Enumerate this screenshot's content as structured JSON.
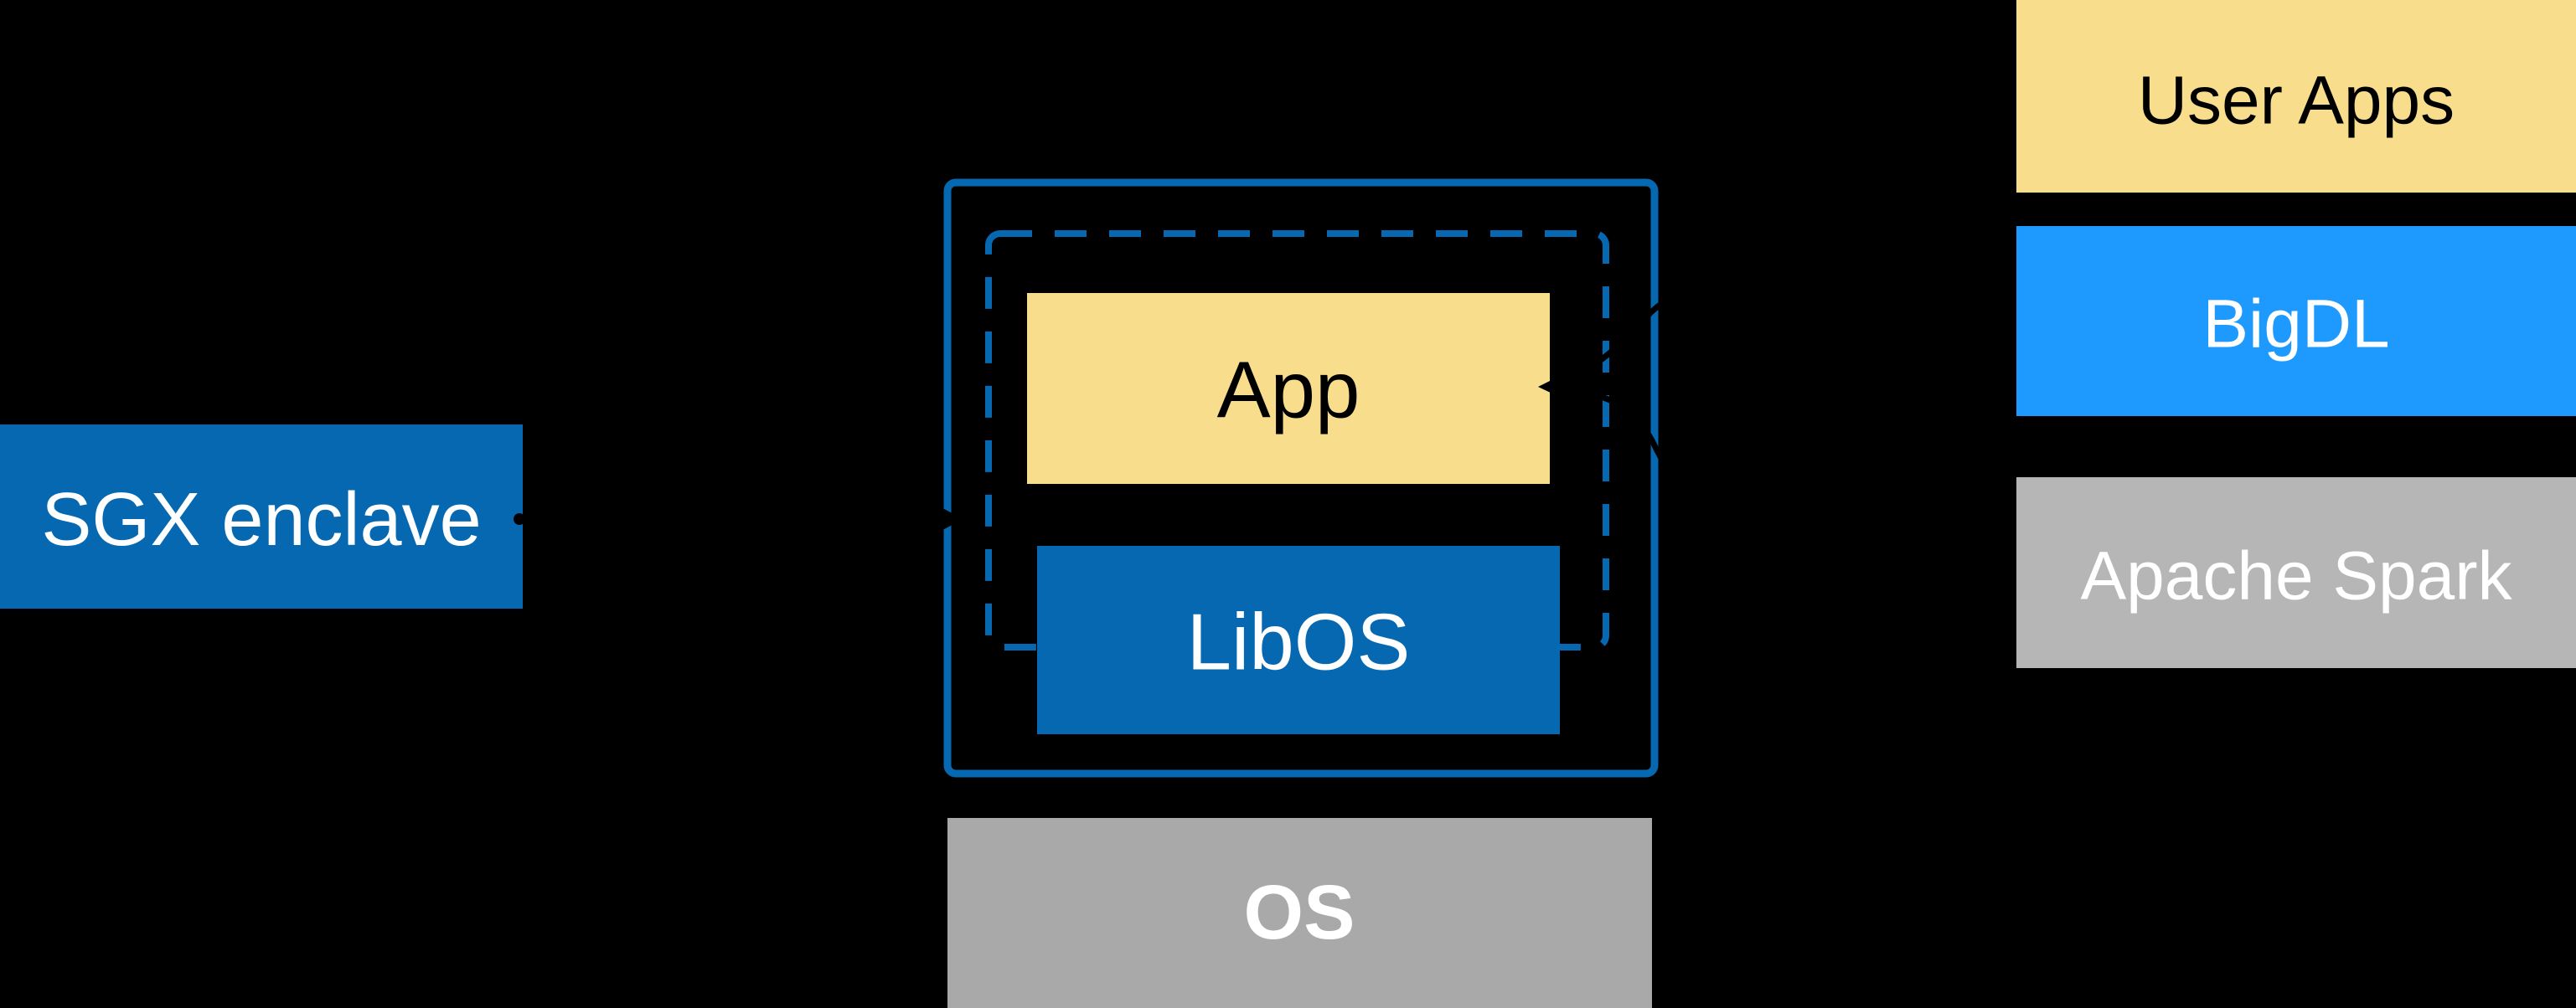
{
  "diagram": {
    "sgx_box": {
      "label": "SGX enclave"
    },
    "enclave": {
      "app": {
        "label": "App"
      },
      "libos": {
        "label": "LibOS"
      }
    },
    "os_box": {
      "label": "OS"
    },
    "stack": {
      "user_apps": {
        "label": "User Apps"
      },
      "bigdl": {
        "label": "BigDL"
      },
      "apache_spark": {
        "label": "Apache Spark"
      }
    }
  },
  "colors": {
    "background": "#000000",
    "intel_blue": "#0568B1",
    "bright_blue": "#1E9AFF",
    "pale_yellow": "#F7DD8C",
    "gray_os": "#A9A9A9",
    "gray_spark": "#B6B6B6",
    "arrow_black": "#000000",
    "text_white": "#FFFFFF",
    "text_black": "#000000"
  }
}
